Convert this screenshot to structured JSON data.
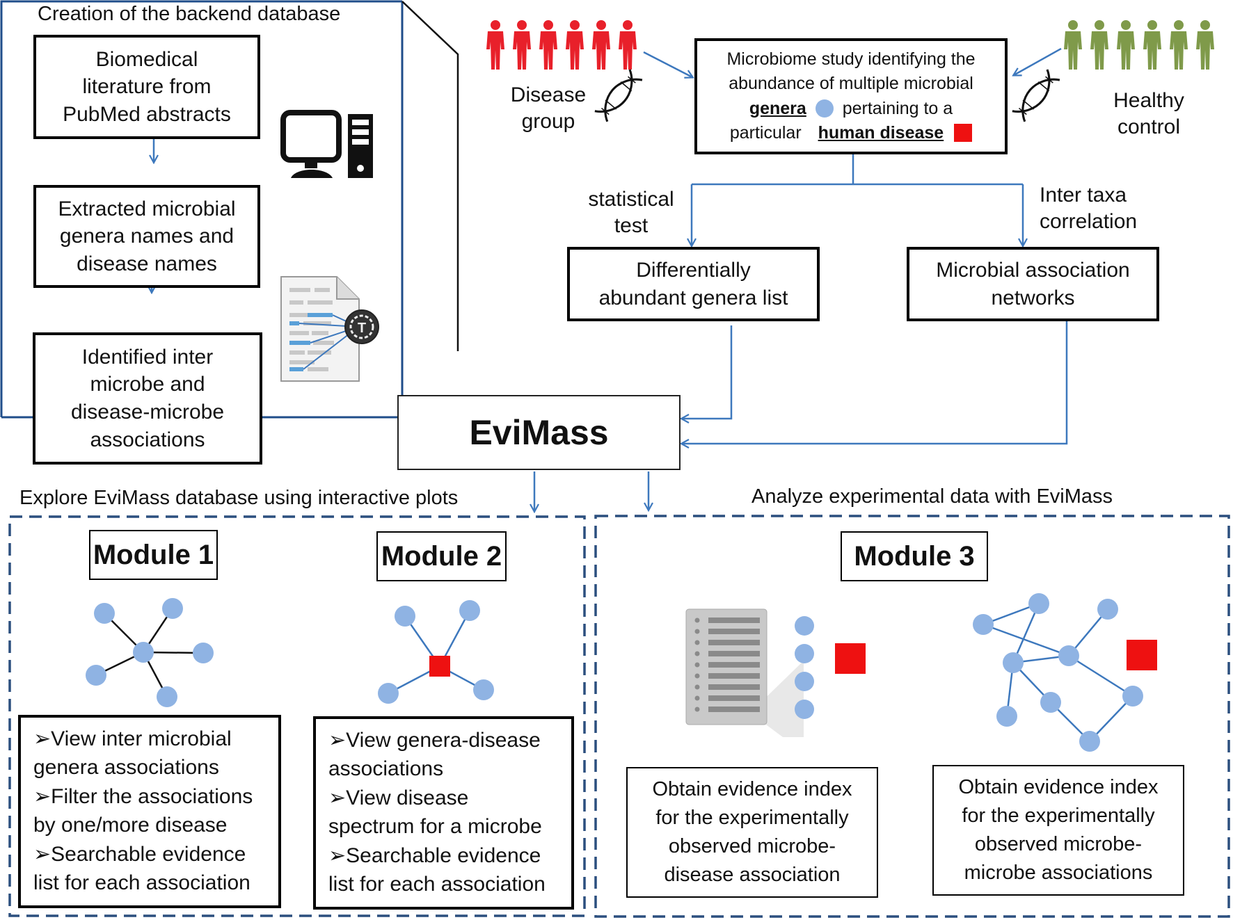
{
  "backend": {
    "title": "Creation of the backend database",
    "step1": [
      "Biomedical",
      "literature from",
      "PubMed abstracts"
    ],
    "step2": [
      "Extracted microbial",
      "genera names and",
      "disease names"
    ],
    "step3": [
      "Identified inter",
      "microbe and",
      "disease-microbe",
      "associations"
    ]
  },
  "study": {
    "disease_group": [
      "Disease",
      "group"
    ],
    "healthy_control": [
      "Healthy",
      "control"
    ],
    "line1": "Microbiome study identifying the",
    "line2": "abundance of multiple microbial",
    "genera": "genera",
    "pertaining": "pertaining to a",
    "particular": "particular",
    "human_disease": "human disease"
  },
  "analysis": {
    "statistical_test": [
      "statistical",
      "test"
    ],
    "inter_taxa": [
      "Inter taxa",
      "correlation"
    ],
    "diff_box": [
      "Differentially",
      "abundant genera list"
    ],
    "network_box": [
      "Microbial association",
      "networks"
    ]
  },
  "central": {
    "title": "EviMass"
  },
  "explore": {
    "title": "Explore EviMass database using interactive plots",
    "module1": {
      "title": "Module 1",
      "bullets": [
        "➢View inter microbial",
        "genera associations",
        "➢Filter the associations",
        "by one/more disease",
        "➢Searchable evidence",
        "list for each association"
      ]
    },
    "module2": {
      "title": "Module 2",
      "bullets": [
        "➢View genera-disease",
        "associations",
        "➢View disease",
        "spectrum for a microbe",
        "➢Searchable evidence",
        "list for each association"
      ]
    }
  },
  "analyze": {
    "title": "Analyze experimental data with EviMass",
    "module3": {
      "title": "Module 3",
      "box1": [
        "Obtain evidence index",
        "for the experimentally",
        "observed microbe-",
        "disease association"
      ],
      "box2": [
        "Obtain evidence index",
        "for the experimentally",
        "observed microbe-",
        "microbe associations"
      ]
    }
  },
  "colors": {
    "disease_people": "#e8202a",
    "healthy_people": "#7f9a4a",
    "arrow": "#3d78bd",
    "node": "#8fb3e3",
    "square": "#ee1111",
    "panel_border": "#1f4d8a",
    "dashed_border": "#2b4f7e"
  },
  "icons": [
    "computer-icon",
    "text-mining-document-icon",
    "dna-icon",
    "person-icon",
    "evidence-list-icon"
  ]
}
